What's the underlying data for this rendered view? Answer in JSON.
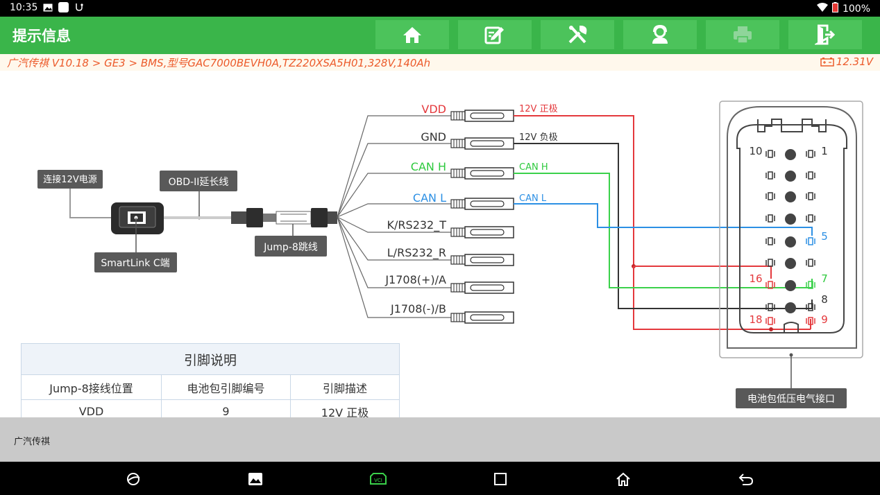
{
  "status": {
    "time": "10:35",
    "battery": "100%"
  },
  "header": {
    "title": "提示信息",
    "buttons": [
      "home",
      "edit-report",
      "tools",
      "support",
      "print",
      "exit"
    ]
  },
  "breadcrumb": {
    "path": "广汽传祺 V10.18 > GE3 > BMS,型号GAC7000BEVH0A,TZ220XSA5H01,328V,140Ah",
    "voltage": "12.31V"
  },
  "diagram": {
    "callouts": {
      "power": "连接12V电源",
      "obd_ext": "OBD-II延长线",
      "smartlink": "SmartLink C端",
      "jump8": "Jump-8跳线",
      "battery_port": "电池包低压电气接口"
    },
    "leads": [
      {
        "label": "VDD",
        "wire": "12V 正极",
        "color": "#e4383c"
      },
      {
        "label": "GND",
        "wire": "12V 负极",
        "color": "#333333"
      },
      {
        "label": "CAN H",
        "wire": "CAN H",
        "color": "#3ad14a"
      },
      {
        "label": "CAN L",
        "wire": "CAN L",
        "color": "#2b8fe4"
      },
      {
        "label": "K/RS232_T",
        "wire": "",
        "color": "#333333"
      },
      {
        "label": "L/RS232_R",
        "wire": "",
        "color": "#333333"
      },
      {
        "label": "J1708(+)/A",
        "wire": "",
        "color": "#333333"
      },
      {
        "label": "J1708(-)/B",
        "wire": "",
        "color": "#333333"
      }
    ],
    "pins": {
      "p10": "10",
      "p1": "1",
      "p5": "5",
      "p16": "16",
      "p7": "7",
      "p8": "8",
      "p18": "18",
      "p9": "9"
    }
  },
  "pin_table": {
    "caption": "引脚说明",
    "headers": [
      "Jump-8接线位置",
      "电池包引脚编号",
      "引脚描述"
    ],
    "rows": [
      [
        "VDD",
        "9",
        "12V 正极"
      ]
    ]
  },
  "footer": {
    "label": "广汽传祺"
  }
}
